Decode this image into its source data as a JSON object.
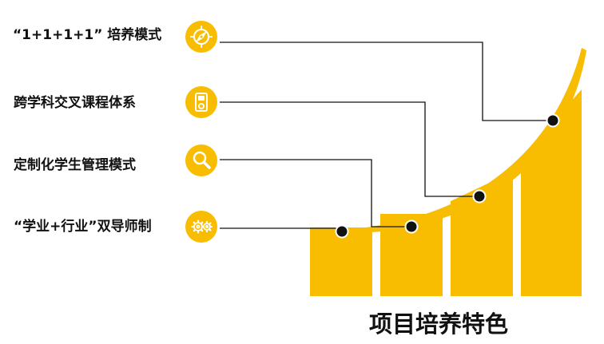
{
  "title": "项目培养特色",
  "features": [
    {
      "label": "“1+1+1+1” 培养模式",
      "icon": "compass-icon"
    },
    {
      "label": "跨学科交叉课程体系",
      "icon": "music-player-icon"
    },
    {
      "label": "定制化学生管理模式",
      "icon": "magnifier-icon"
    },
    {
      "label": "“学业+行业”双导师制",
      "icon": "gears-icon"
    }
  ],
  "colors": {
    "accent": "#f8bd00",
    "line": "#111111",
    "text": "#111111"
  }
}
